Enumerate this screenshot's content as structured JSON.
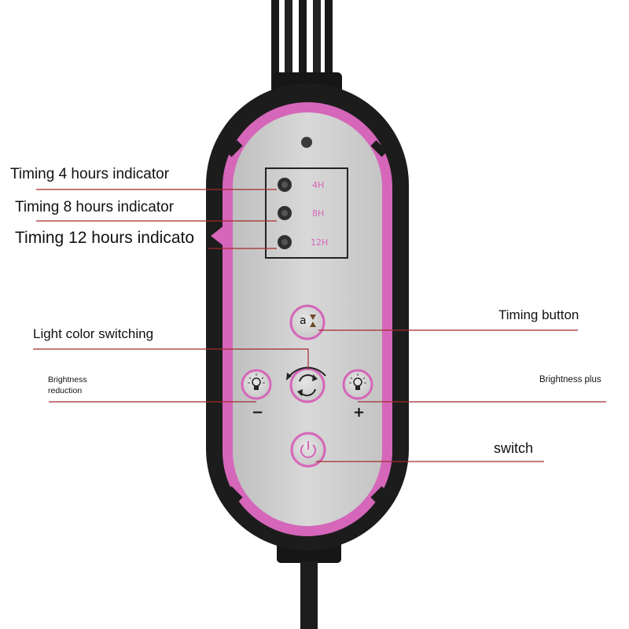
{
  "labels": {
    "timing_4h": "Timing 4 hours indicator",
    "timing_8h": "Timing 8 hours indicator",
    "timing_12h": "Timing 12 hours indicato",
    "light_color": "Light color switching",
    "brightness_reduction": "Brightness reduction",
    "timing_button": "Timing button",
    "brightness_plus": "Brightness plus",
    "switch": "switch"
  },
  "indicators": {
    "h4": "4H",
    "h8": "8H",
    "h12": "12H"
  },
  "buttons": {
    "timer_glyph": "a",
    "minus_glyph": "−",
    "plus_glyph": "+"
  },
  "colors": {
    "accent_pink": "#d566b9",
    "leader_red": "#a52a2a",
    "body_black": "#1c1c1c",
    "panel_gray": "#cdcdcd"
  },
  "icons": [
    "timer-icon",
    "bulb-icon",
    "refresh-icon",
    "power-icon"
  ]
}
